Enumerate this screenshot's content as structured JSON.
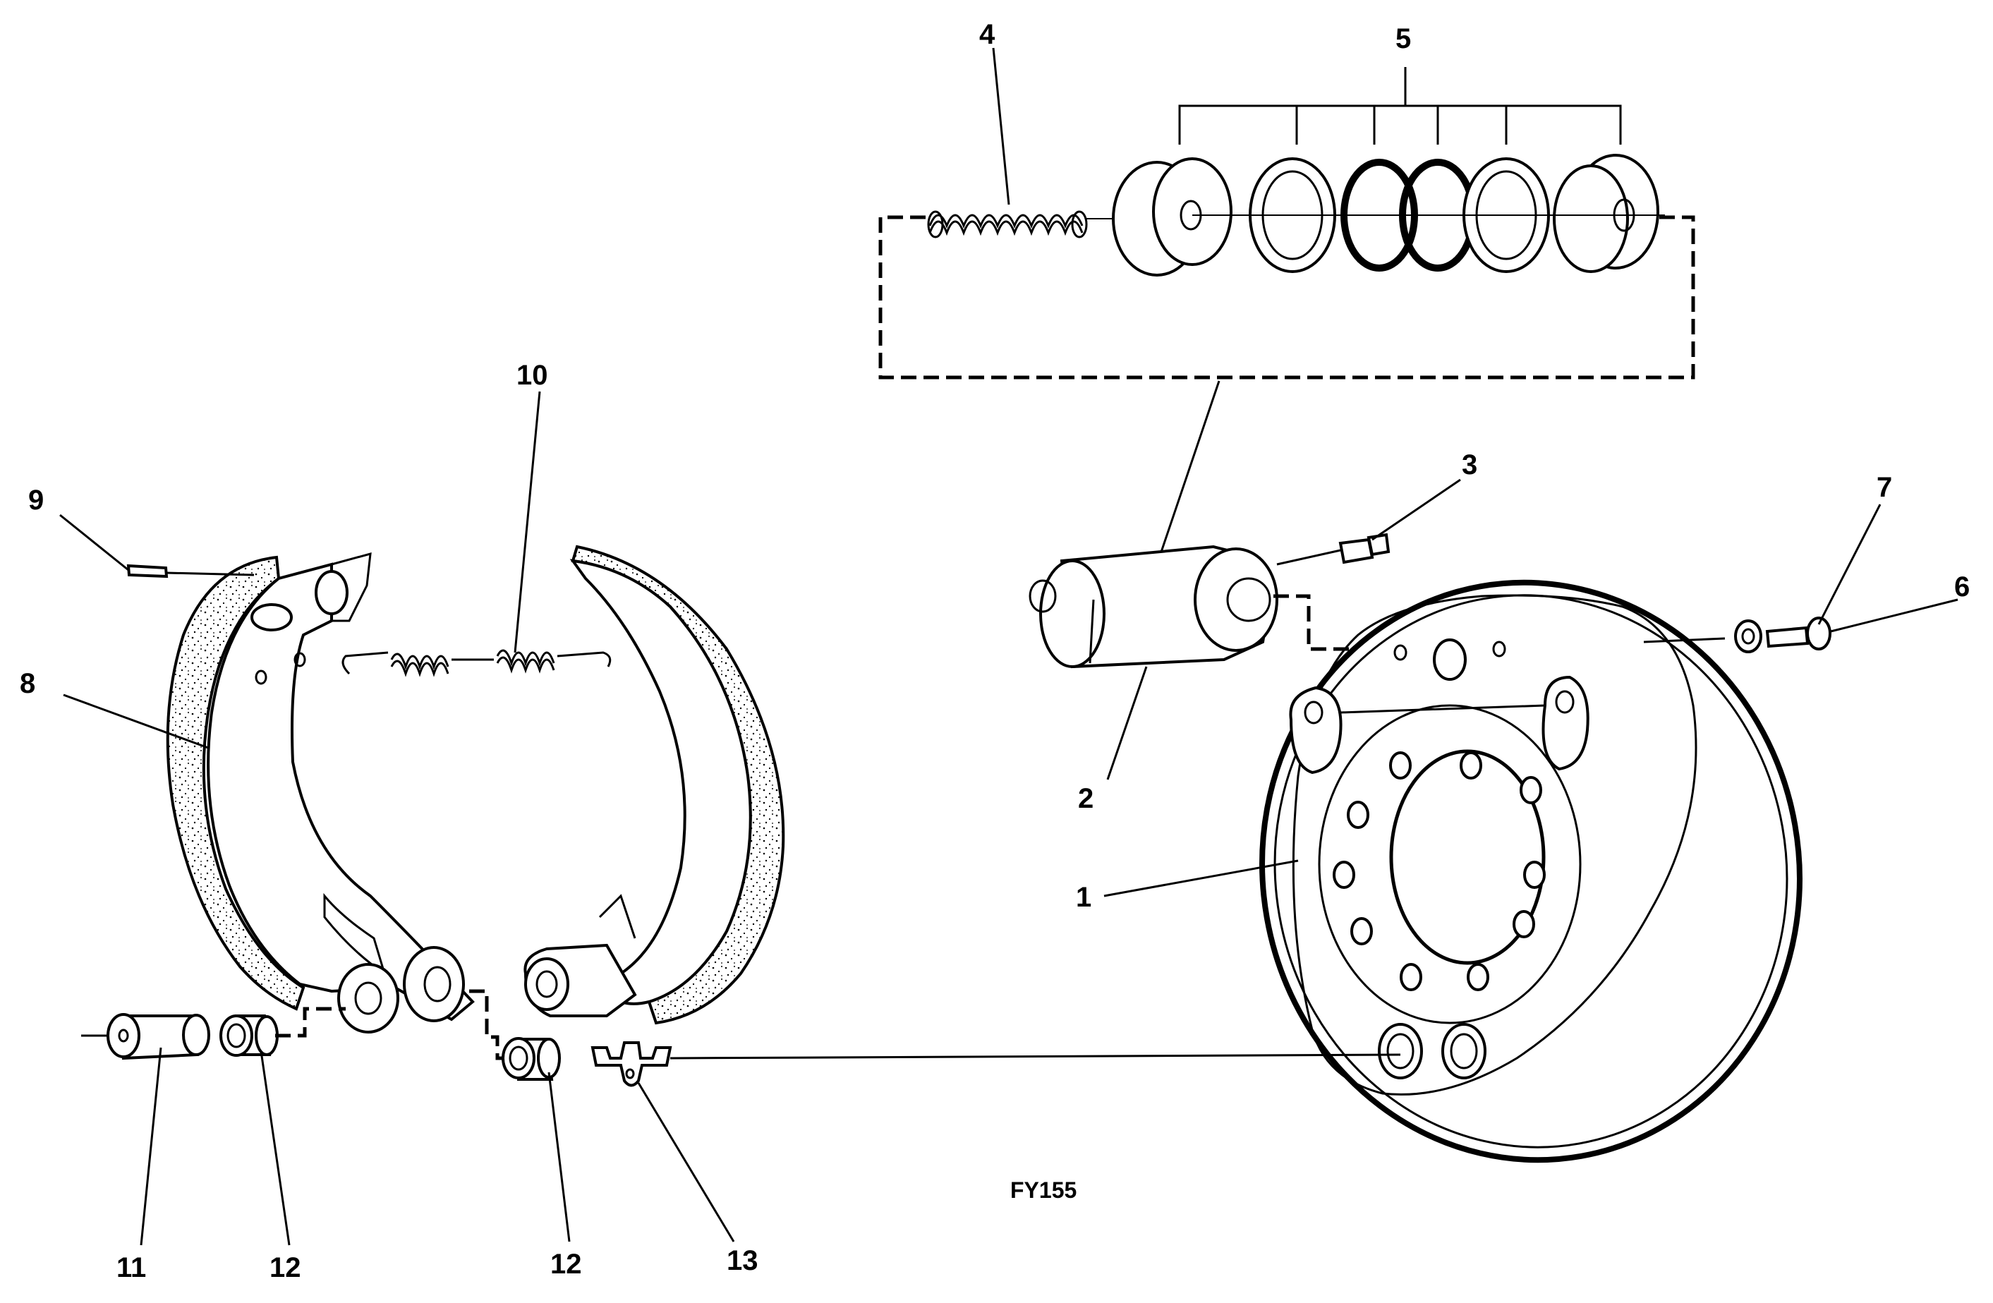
{
  "diagram": {
    "code": "FY155",
    "labels": {
      "p1": "1",
      "p2": "2",
      "p3": "3",
      "p4": "4",
      "p5": "5",
      "p6": "6",
      "p7": "7",
      "p8": "8",
      "p9": "9",
      "p10": "10",
      "p11": "11",
      "p12a": "12",
      "p12b": "12",
      "p13": "13"
    }
  }
}
